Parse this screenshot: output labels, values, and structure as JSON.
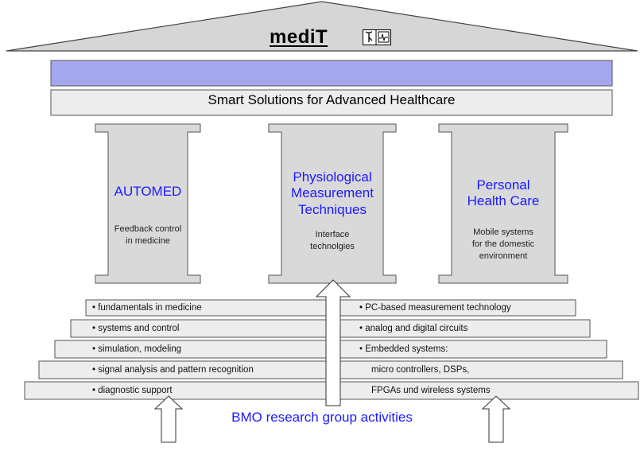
{
  "header": {
    "logo_text": "mediT",
    "band_color": "#a4a7ee",
    "subtitle": "Smart Solutions for Advanced Healthcare"
  },
  "pillars": [
    {
      "title": "AUTOMED",
      "description": [
        "Feedback control",
        "in medicine"
      ]
    },
    {
      "title": [
        "Physiological",
        "Measurement",
        "Techniques"
      ],
      "description": [
        "Interface",
        "technolgies"
      ]
    },
    {
      "title": [
        "Personal",
        "Health Care"
      ],
      "description": [
        "Mobile systems",
        "for the domestic",
        "environment"
      ]
    }
  ],
  "steps_left": [
    "• fundamentals in medicine",
    "• systems and control",
    "• simulation, modeling",
    "• signal analysis and pattern recognition",
    "• diagnostic support"
  ],
  "steps_right": [
    "• PC-based measurement technology",
    "• analog and digital circuits",
    "• Embedded systems:",
    "micro controllers, DSPs,",
    "FPGAs und wireless systems"
  ],
  "footer": "BMO research group activities",
  "colors": {
    "title_blue": "#1a1aff",
    "pillar_fill": "#d9d9d9",
    "band_fill": "#ededed",
    "outline": "#555555"
  }
}
